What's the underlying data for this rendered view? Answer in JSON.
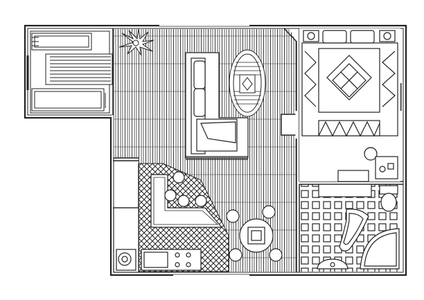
{
  "drawing": {
    "type": "floor-plan",
    "text_labels": [],
    "line_color": "#222222",
    "fill_color": "#ffffff",
    "hatch_color": "#333333"
  },
  "rooms": [
    {
      "id": "balcony",
      "furniture": [
        "lounge-chair",
        "lounge-chair"
      ]
    },
    {
      "id": "living-room",
      "floor": "wood-planks",
      "furniture": [
        "plant",
        "sofa",
        "oval-rug",
        "coffee-table-cushion"
      ]
    },
    {
      "id": "bedroom",
      "furniture": [
        "double-bed",
        "nightstand",
        "nightstand",
        "chair",
        "desk-lamp"
      ]
    },
    {
      "id": "kitchen",
      "floor": "diagonal-tile",
      "furniture": [
        "l-shaped-counter",
        "bar-stool",
        "bar-stool",
        "bar-stool",
        "bar-stool",
        "sink",
        "cooktop"
      ]
    },
    {
      "id": "dining",
      "furniture": [
        "round-table",
        "dining-chair",
        "dining-chair",
        "dining-chair",
        "dining-chair"
      ]
    },
    {
      "id": "bathroom",
      "floor": "square-tile",
      "furniture": [
        "bathtub",
        "corner-shower",
        "toilet",
        "washbasin",
        "vanity"
      ]
    }
  ]
}
